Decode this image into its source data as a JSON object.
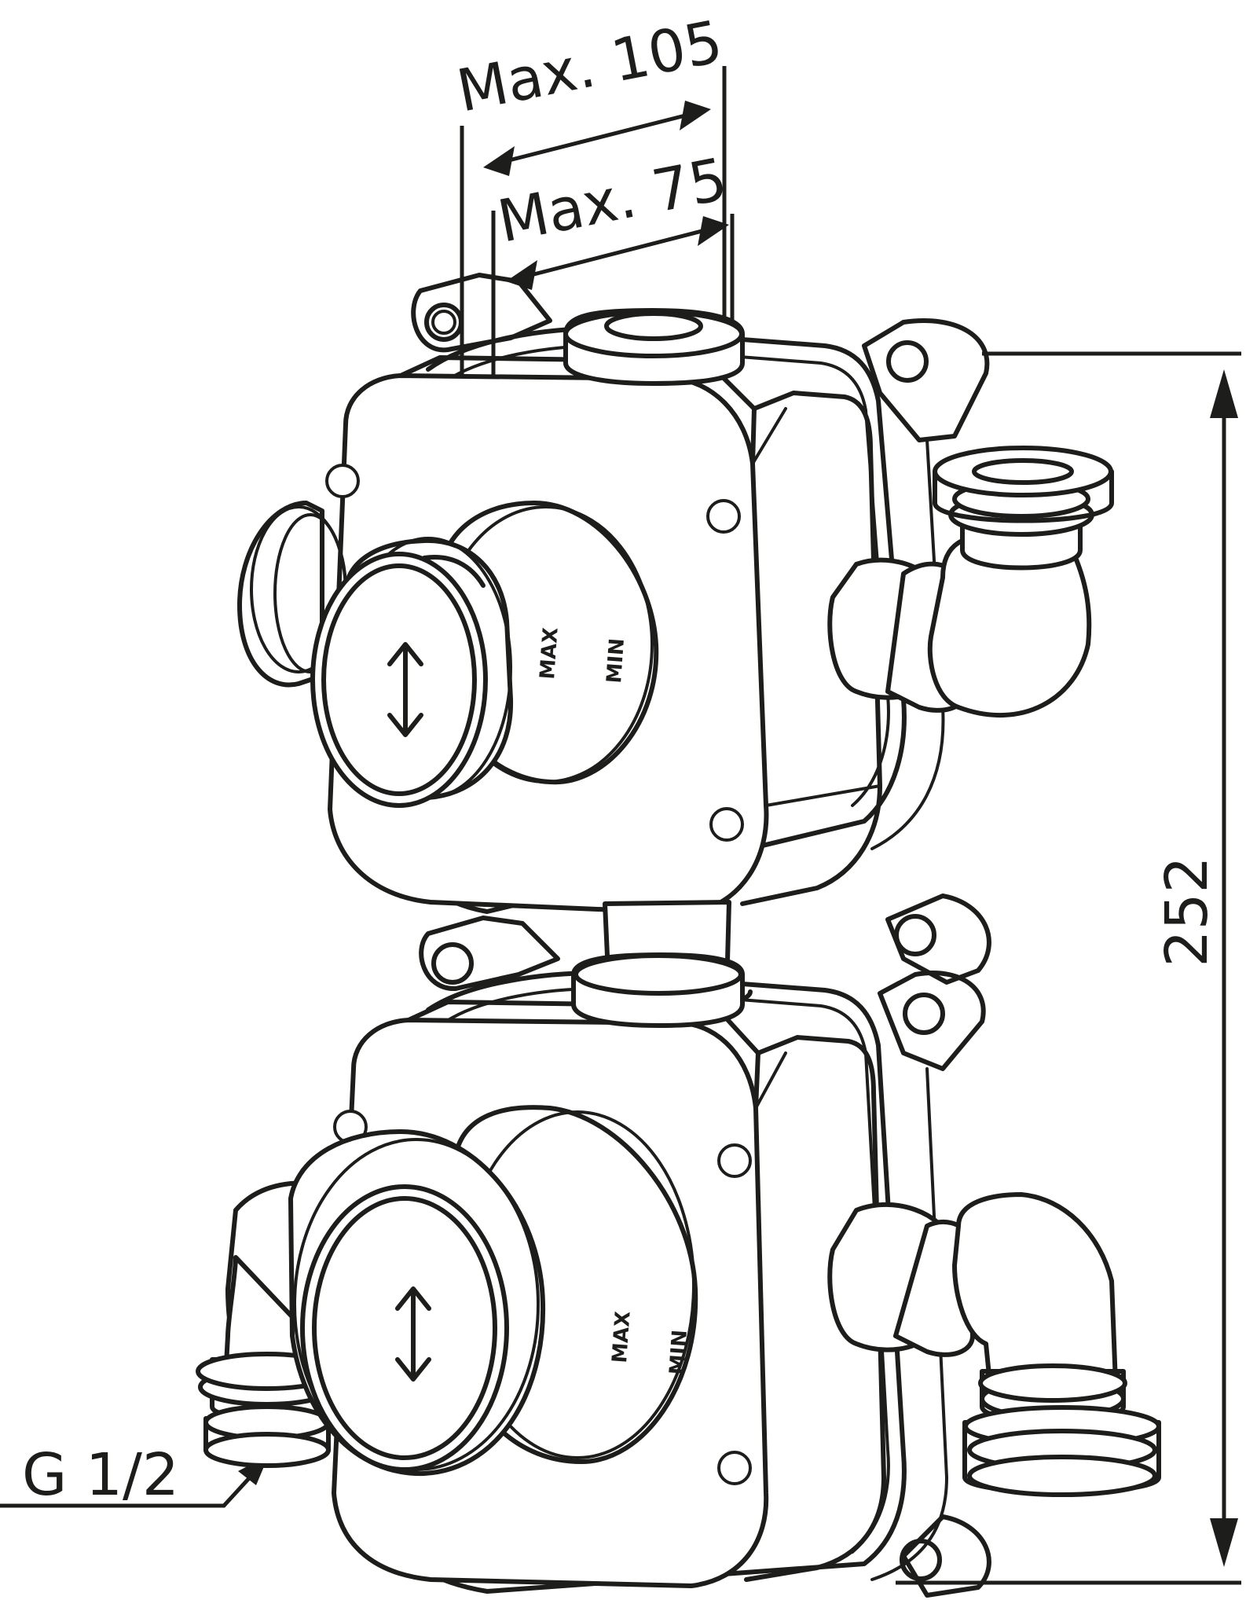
{
  "dimensions": {
    "depth_max_outer": "Max. 105",
    "depth_max_inner": "Max. 75",
    "height": "252",
    "thread": "G 1/2"
  },
  "knob_markings": {
    "upper_left": "MAX",
    "upper_right": "MIN",
    "lower_left": "MAX",
    "lower_right": "MIN"
  },
  "icons": [
    "flow-arrow-icon",
    "flow-arrow-icon"
  ],
  "colors": {
    "line": "#1d1d1b",
    "background": "#ffffff"
  }
}
